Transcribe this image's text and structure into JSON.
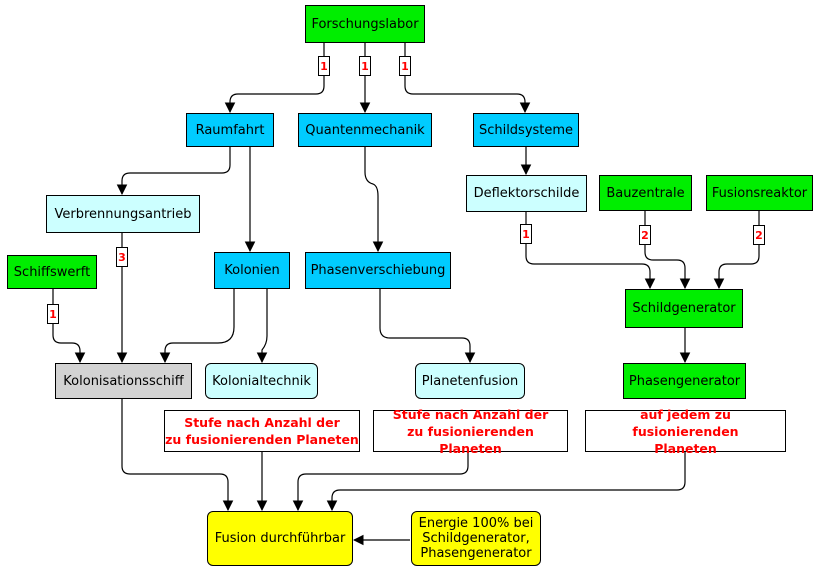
{
  "colors": {
    "green": "#00ee00",
    "blue": "#00ccff",
    "light_cyan": "#ccffff",
    "gray": "#d3d3d3",
    "yellow": "#ffff00",
    "note_text": "#ff0000"
  },
  "nodes": {
    "forschungslabor": "Forschungslabor",
    "raumfahrt": "Raumfahrt",
    "quantenmechanik": "Quantenmechanik",
    "schildsysteme": "Schildsysteme",
    "verbrennungsantrieb": "Verbrennungsantrieb",
    "deflektorschilde": "Deflektorschilde",
    "bauzentrale": "Bauzentrale",
    "fusionsreaktor": "Fusionsreaktor",
    "schiffswerft": "Schiffswerft",
    "kolonien": "Kolonien",
    "phasenverschiebung": "Phasenverschiebung",
    "schildgenerator": "Schildgenerator",
    "kolonisationsschiff": "Kolonisationsschiff",
    "kolonialtechnik": "Kolonialtechnik",
    "planetenfusion": "Planetenfusion",
    "phasengenerator": "Phasengenerator",
    "fusion": "Fusion durchführbar",
    "energie": [
      "Energie 100% bei",
      "Schildgenerator,",
      "Phasengenerator"
    ]
  },
  "notes": {
    "kolonialtechnik_note": [
      "Stufe nach Anzahl der",
      "zu fusionierenden Planeten"
    ],
    "planetenfusion_note": [
      "Stufe nach Anzahl der",
      "zu fusionierenden Planeten"
    ],
    "phasengenerator_note": [
      "auf jedem zu fusionierenden",
      "Planeten"
    ]
  },
  "levels": {
    "raumfahrt": "1",
    "quantenmechanik": "1",
    "schildsysteme": "1",
    "verbrennungsantrieb": "3",
    "schiffswerft": "1",
    "deflektorschilde": "1",
    "bauzentrale": "2",
    "fusionsreaktor": "2"
  }
}
